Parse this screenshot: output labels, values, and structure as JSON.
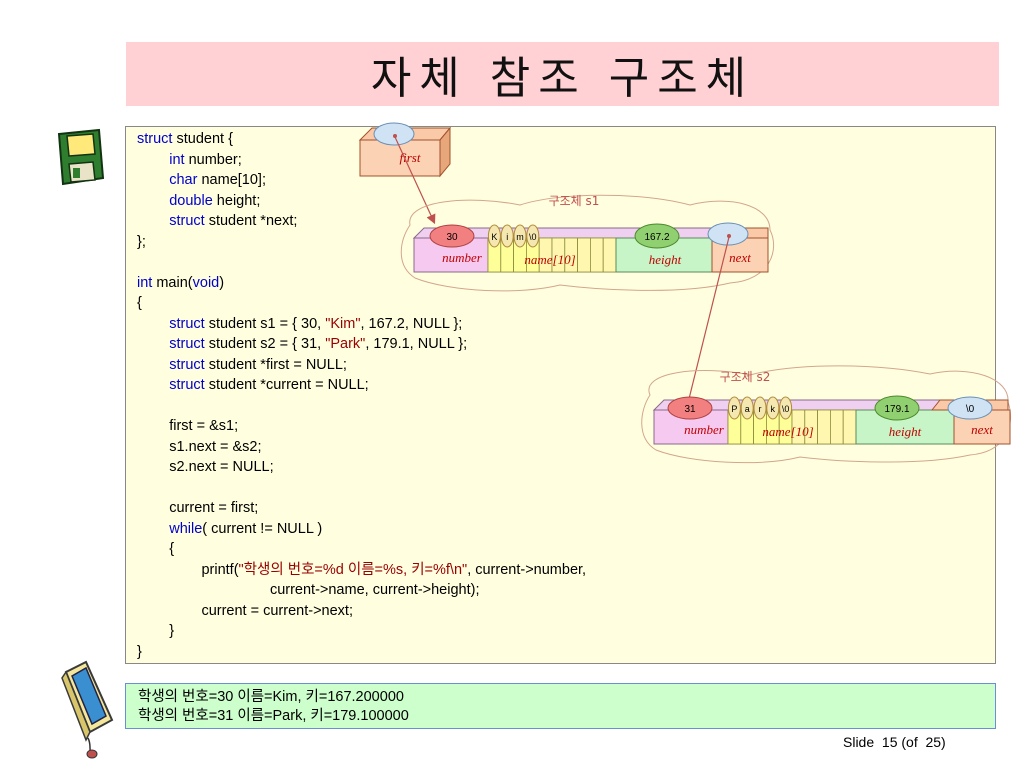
{
  "slide": {
    "title": "자체 참조 구조체",
    "footer": "Slide  15 (of  25)"
  },
  "code_lines": [
    [
      {
        "t": "struct",
        "c": "kw"
      },
      {
        "t": " student {"
      }
    ],
    [
      {
        "t": "        "
      },
      {
        "t": "int",
        "c": "kw"
      },
      {
        "t": " number;"
      }
    ],
    [
      {
        "t": "        "
      },
      {
        "t": "char",
        "c": "kw"
      },
      {
        "t": " name[10];"
      }
    ],
    [
      {
        "t": "        "
      },
      {
        "t": "double",
        "c": "kw"
      },
      {
        "t": " height;"
      }
    ],
    [
      {
        "t": "        "
      },
      {
        "t": "struct",
        "c": "kw"
      },
      {
        "t": " student *next;"
      }
    ],
    [
      {
        "t": "};"
      }
    ],
    [
      {
        "t": ""
      }
    ],
    [
      {
        "t": "int",
        "c": "kw"
      },
      {
        "t": " main("
      },
      {
        "t": "void",
        "c": "kw"
      },
      {
        "t": ")"
      }
    ],
    [
      {
        "t": "{"
      }
    ],
    [
      {
        "t": "        "
      },
      {
        "t": "struct",
        "c": "kw"
      },
      {
        "t": " student s1 = { 30, "
      },
      {
        "t": "\"Kim\"",
        "c": "str"
      },
      {
        "t": ", 167.2, NULL };"
      }
    ],
    [
      {
        "t": "        "
      },
      {
        "t": "struct",
        "c": "kw"
      },
      {
        "t": " student s2 = { 31, "
      },
      {
        "t": "\"Park\"",
        "c": "str"
      },
      {
        "t": ", 179.1, NULL };"
      }
    ],
    [
      {
        "t": "        "
      },
      {
        "t": "struct",
        "c": "kw"
      },
      {
        "t": " student *first = NULL;"
      }
    ],
    [
      {
        "t": "        "
      },
      {
        "t": "struct",
        "c": "kw"
      },
      {
        "t": " student *current = NULL;"
      }
    ],
    [
      {
        "t": ""
      }
    ],
    [
      {
        "t": "        first = &s1;"
      }
    ],
    [
      {
        "t": "        s1.next = &s2;"
      }
    ],
    [
      {
        "t": "        s2.next = NULL;"
      }
    ],
    [
      {
        "t": ""
      }
    ],
    [
      {
        "t": "        current = first;"
      }
    ],
    [
      {
        "t": "        "
      },
      {
        "t": "while",
        "c": "kw"
      },
      {
        "t": "( current != NULL )"
      }
    ],
    [
      {
        "t": "        {"
      }
    ],
    [
      {
        "t": "                printf("
      },
      {
        "t": "\"학생의 번호=%d 이름=%s, 키=%f\\n\"",
        "c": "str"
      },
      {
        "t": ", current->number,"
      }
    ],
    [
      {
        "t": "                                 current->name, current->height);"
      }
    ],
    [
      {
        "t": "                current = current->next;"
      }
    ],
    [
      {
        "t": "        }"
      }
    ],
    [
      {
        "t": "}"
      }
    ]
  ],
  "output_lines": [
    "학생의 번호=30 이름=Kim, 키=167.200000",
    "학생의 번호=31 이름=Park, 키=179.100000"
  ],
  "diagram": {
    "first_label": "first",
    "s1": {
      "caption": "구조체 s1",
      "number_value": "30",
      "name_chars": [
        "K",
        "i",
        "m",
        "\\0"
      ],
      "height_value": "167.2",
      "field_number": "number",
      "field_name": "name[10]",
      "field_height": "height",
      "field_next": "next"
    },
    "s2": {
      "caption": "구조체 s2",
      "number_value": "31",
      "name_chars": [
        "P",
        "a",
        "r",
        "k",
        "\\0"
      ],
      "height_value": "179.1",
      "next_value": "\\0",
      "field_number": "number",
      "field_name": "name[10]",
      "field_height": "height",
      "field_next": "next"
    }
  },
  "icons": [
    "floppy-disk-icon",
    "computer-mouse-icon"
  ],
  "colors": {
    "title_bg": "#ffd1d4",
    "code_bg": "#ffffe0",
    "output_bg": "#ccffcc",
    "keyword": "#0000cc",
    "string": "#990000"
  }
}
